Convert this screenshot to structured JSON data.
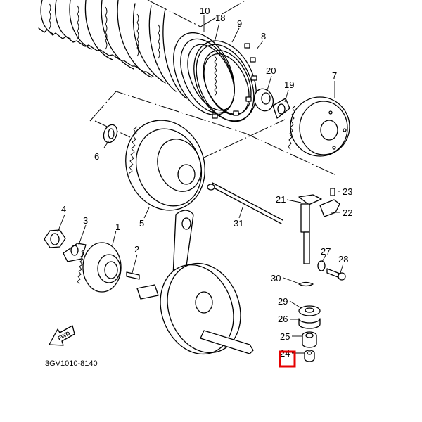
{
  "diagram": {
    "type": "exploded-parts-diagram",
    "subject": "clutch and crankshaft assembly",
    "reference_code": "3GV1010-8140",
    "direction_marker": "FWD",
    "highlight_color": "#e60000",
    "highlighted_part": "24",
    "parts": [
      {
        "id": "1",
        "label": "1"
      },
      {
        "id": "2",
        "label": "2"
      },
      {
        "id": "3",
        "label": "3"
      },
      {
        "id": "4",
        "label": "4"
      },
      {
        "id": "5",
        "label": "5"
      },
      {
        "id": "6",
        "label": "6"
      },
      {
        "id": "7",
        "label": "7"
      },
      {
        "id": "8",
        "label": "8"
      },
      {
        "id": "9",
        "label": "9"
      },
      {
        "id": "10",
        "label": "10"
      },
      {
        "id": "18",
        "label": "18"
      },
      {
        "id": "19",
        "label": "19"
      },
      {
        "id": "20",
        "label": "20"
      },
      {
        "id": "21",
        "label": "21"
      },
      {
        "id": "22",
        "label": "22"
      },
      {
        "id": "23",
        "label": "23"
      },
      {
        "id": "24",
        "label": "24"
      },
      {
        "id": "25",
        "label": "25"
      },
      {
        "id": "26",
        "label": "26"
      },
      {
        "id": "27",
        "label": "27"
      },
      {
        "id": "28",
        "label": "28"
      },
      {
        "id": "29",
        "label": "29"
      },
      {
        "id": "30",
        "label": "30"
      },
      {
        "id": "31",
        "label": "31"
      }
    ]
  }
}
